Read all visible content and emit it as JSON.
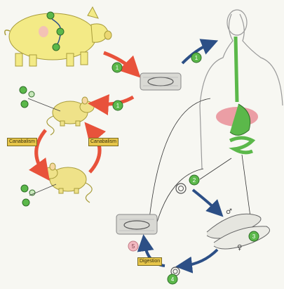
{
  "labels": {
    "rat_cycle_left": "Canabalism",
    "rat_cycle_right": "Canabalism",
    "digestion": "Digestion"
  },
  "steps": [
    "1",
    "1",
    "1",
    "2",
    "3",
    "4",
    "5"
  ],
  "colors": {
    "pig": "#f3ea86",
    "rat": "#efe289",
    "red_arrow": "#e8523b",
    "blue_arrow": "#2c4f86",
    "gut_green": "#5bb84a",
    "liver_pink": "#e98e98",
    "label_bg": "#e7c64a"
  }
}
